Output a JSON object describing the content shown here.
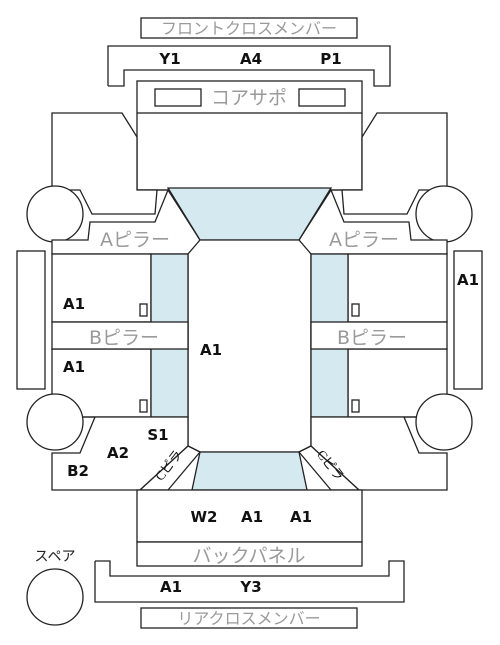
{
  "labels": {
    "front_cross_member": "フロントクロスメンバー",
    "core_support": "コアサポ",
    "a_pillar_left": "Aピラー",
    "a_pillar_right": "Aピラー",
    "b_pillar_left": "Bピラー",
    "b_pillar_right": "Bピラー",
    "c_pillar_left": "Cピラ",
    "c_pillar_right": "Cピラ",
    "back_panel": "バックパネル",
    "rear_cross_member": "リアクロスメンバー",
    "spare": "スペア"
  },
  "grades": {
    "front_member_left": "Y1",
    "front_member_center": "A4",
    "front_member_right": "P1",
    "right_side": "A1",
    "left_front_door": "A1",
    "left_rear_door": "A1",
    "roof": "A1",
    "left_sill": "S1",
    "left_quarter": "A2",
    "left_rear_corner": "B2",
    "trunk_left": "W2",
    "trunk_center": "A1",
    "trunk_right": "A1",
    "rear_member_left": "A1",
    "rear_member_right": "Y3"
  }
}
